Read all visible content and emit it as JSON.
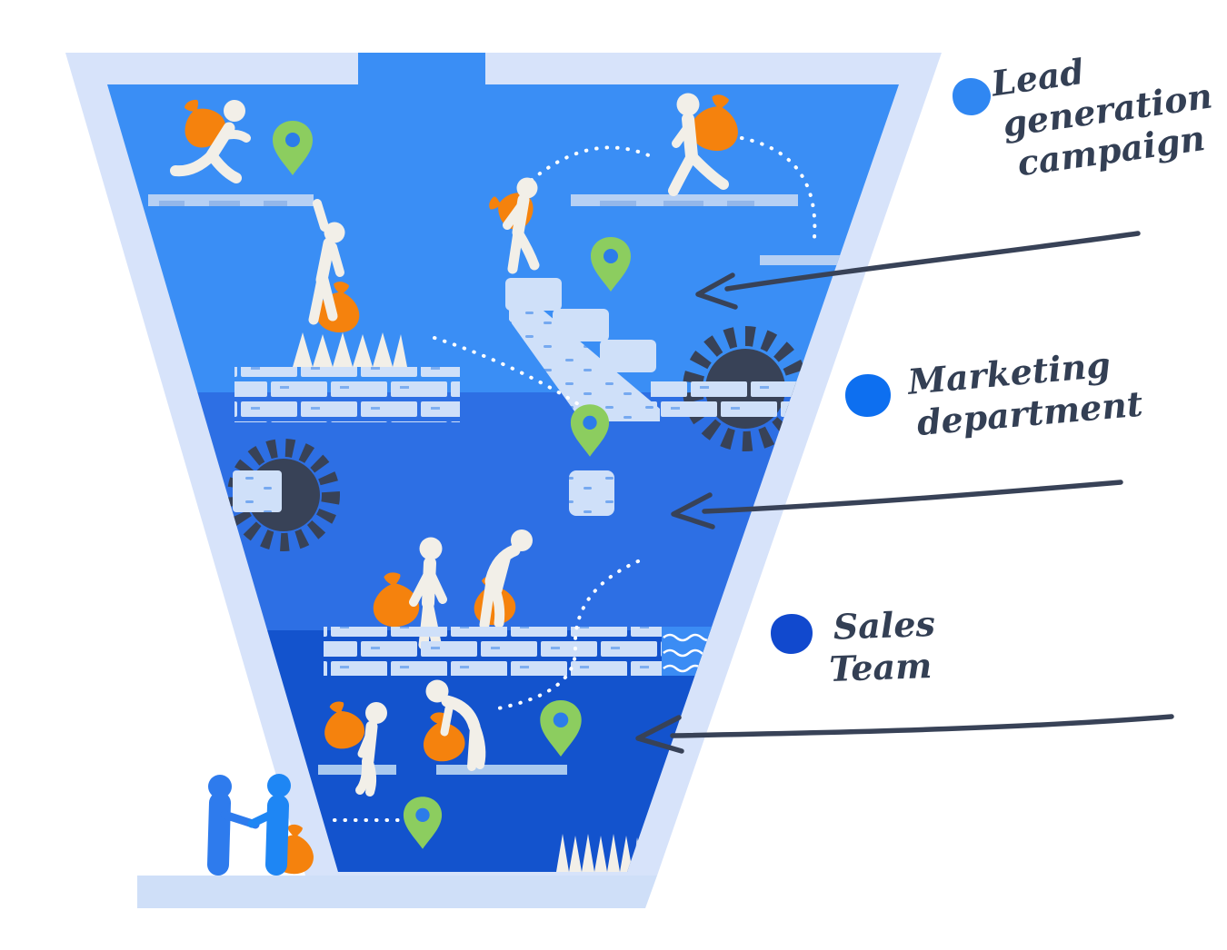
{
  "page": {
    "background": "#ffffff",
    "subject": "sales-funnel-illustration"
  },
  "funnel": {
    "border_color": "#d7e3fa",
    "base_bar_color": "#cfdff8",
    "sections": [
      {
        "label": "Lead generation campaign",
        "color": "#3a8ef5"
      },
      {
        "label": "Marketing department",
        "color": "#2d6fe4"
      },
      {
        "label": "Sales Team",
        "color": "#1353cd"
      }
    ]
  },
  "annotations": [
    {
      "lines": [
        "Lead",
        "generation",
        "campaign"
      ],
      "dot_color": "#3087f2"
    },
    {
      "lines": [
        "Marketing",
        "department"
      ],
      "dot_color": "#0d6ff0"
    },
    {
      "lines": [
        "Sales",
        "Team"
      ],
      "dot_color": "#1149ce"
    }
  ],
  "palette": {
    "orange_sack": "#f5820d",
    "pin_green": "#8ccd5f",
    "pin_dot_blue": "#2c7ce9",
    "ink_navy": "#384257",
    "figure_cream": "#f2efe8",
    "brick_light": "#cfe0f9",
    "person_blue_left": "#2e7bed",
    "person_blue_right": "#1e86f4"
  },
  "inventory": {
    "map_pins": 5,
    "money_sacks": 9,
    "saw_blades": 2,
    "spike_strips": 2,
    "white_figures": 8,
    "blue_figures": 2,
    "brick_walls": 3,
    "stair_steps": 3,
    "dashed_paths": 6,
    "annotation_arrows": 3
  }
}
